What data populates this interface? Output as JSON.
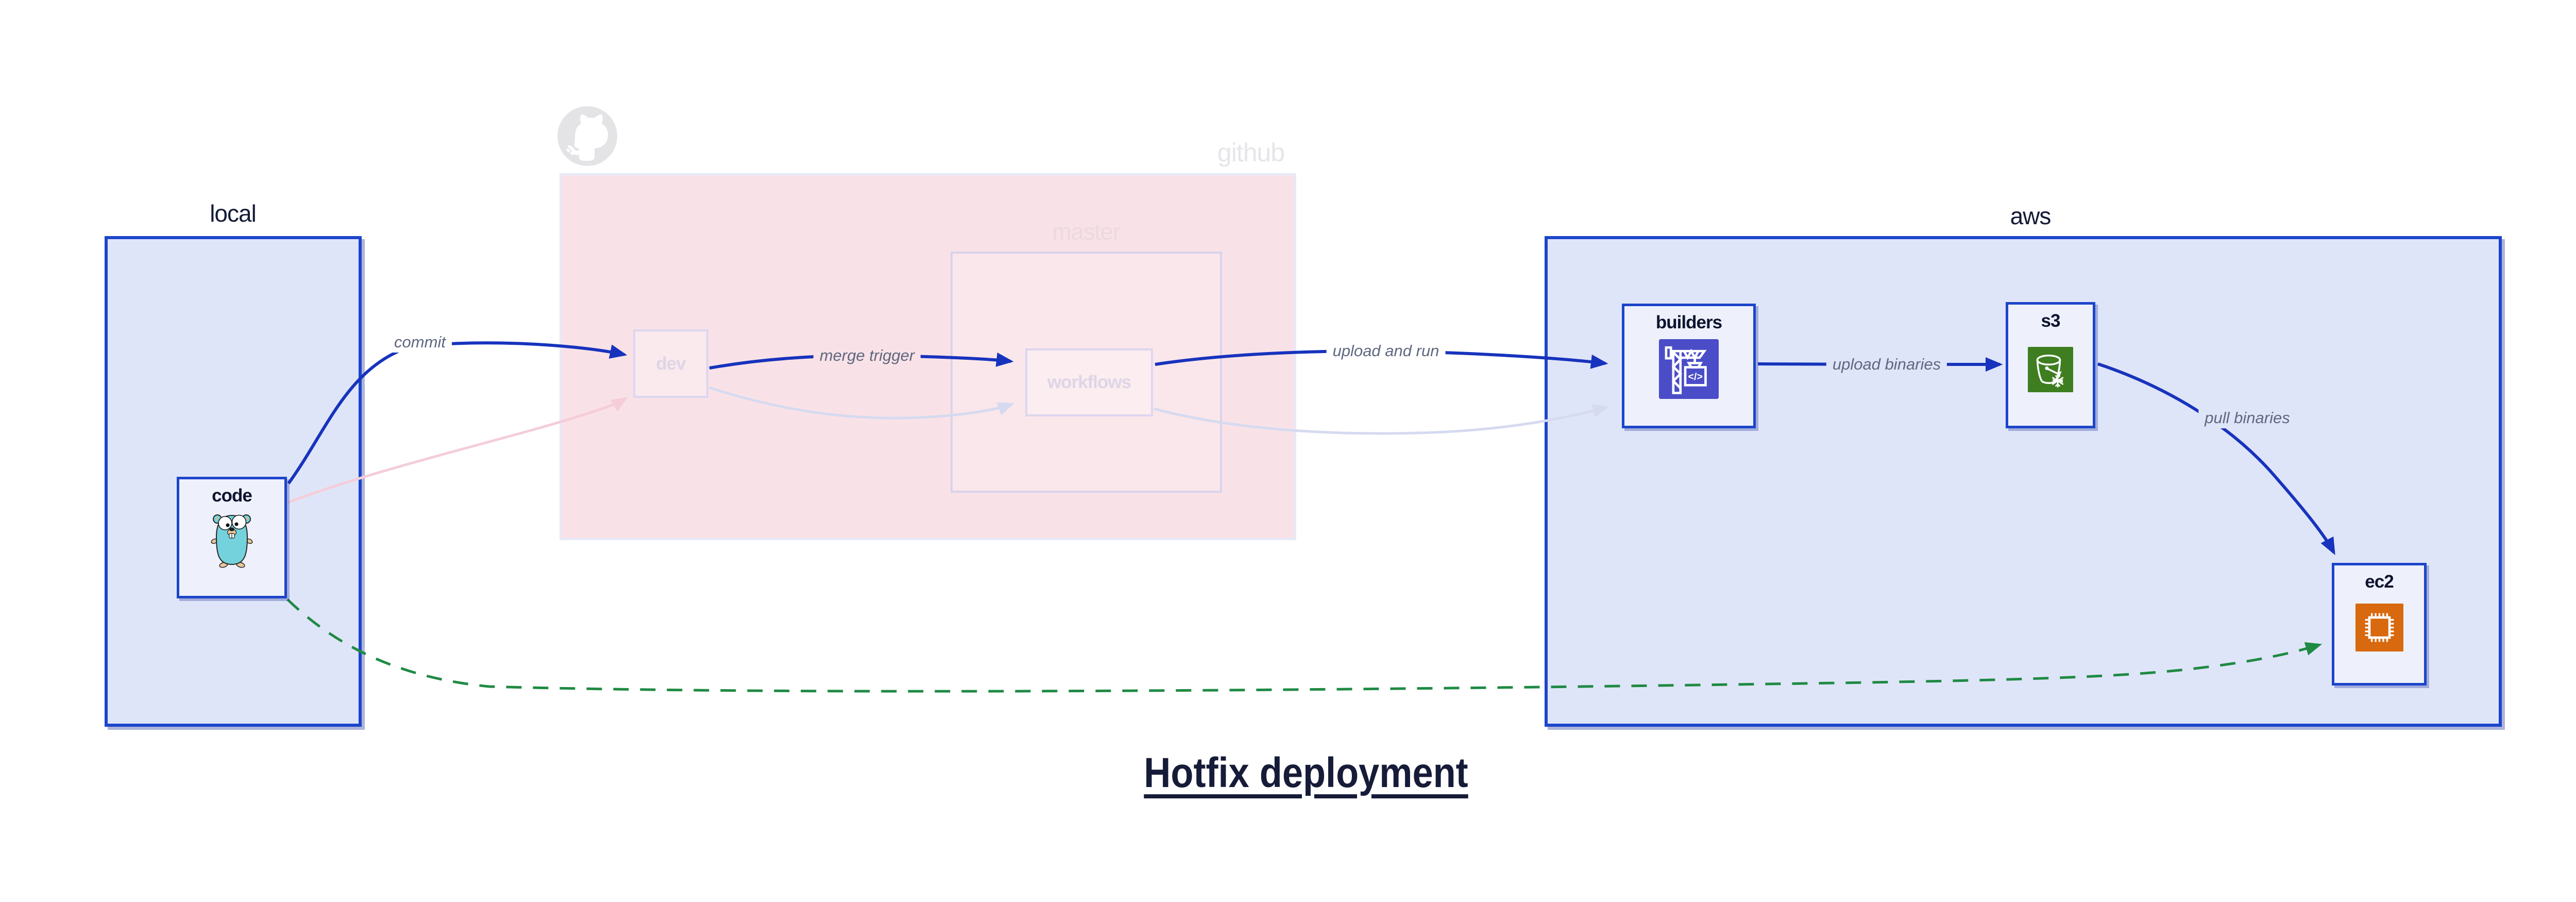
{
  "title": "Hotfix deployment",
  "containers": {
    "local": {
      "label": "local"
    },
    "github": {
      "label": "github"
    },
    "master": {
      "label": "master"
    },
    "aws": {
      "label": "aws"
    }
  },
  "nodes": {
    "code": {
      "label": "code",
      "icon": "go-gopher-icon"
    },
    "dev": {
      "label": "dev",
      "state": "ghost"
    },
    "workflows": {
      "label": "workflows",
      "state": "ghost"
    },
    "builders": {
      "label": "builders",
      "icon": "codebuild-crane-icon"
    },
    "s3": {
      "label": "s3",
      "icon": "s3-bucket-icon"
    },
    "ec2": {
      "label": "ec2",
      "icon": "ec2-chip-icon"
    }
  },
  "edge_labels": {
    "commit": "commit",
    "merge_trigger": "merge trigger",
    "upload_and_run": "upload and run",
    "upload_binaries": "upload binaries",
    "pull_binaries": "pull binaries"
  },
  "edges": [
    {
      "from": "code",
      "to": "dev",
      "label": "commit",
      "style": "solid-blue"
    },
    {
      "from": "dev",
      "to": "workflows",
      "label": "merge trigger",
      "style": "solid-blue"
    },
    {
      "from": "workflows",
      "to": "builders",
      "label": "upload and run",
      "style": "solid-blue"
    },
    {
      "from": "builders",
      "to": "s3",
      "label": "upload binaries",
      "style": "solid-blue"
    },
    {
      "from": "s3",
      "to": "ec2",
      "label": "pull binaries",
      "style": "solid-blue"
    },
    {
      "from": "code",
      "to": "ec2",
      "label": "",
      "style": "dashed-green-hotfix"
    },
    {
      "from": "code",
      "to": "dev",
      "label": "",
      "style": "ghost-pink"
    },
    {
      "from": "dev",
      "to": "workflows",
      "label": "",
      "style": "ghost-lavender"
    },
    {
      "from": "workflows",
      "to": "builders",
      "label": "",
      "style": "ghost-lavender"
    }
  ],
  "colors": {
    "edge_blue": "#1733bd",
    "edge_green": "#1f8a44",
    "edge_ghost_pink": "#f4cdd9",
    "edge_ghost_lavender": "#d6daf0",
    "container_border_blue": "#1c45ca",
    "container_fill_blue": "#dfe5f8",
    "github_fill_pink": "#f9e2e7",
    "node_fill": "#eef1fc",
    "ghost_border": "#ddd6ee",
    "label_gray": "#5f6880",
    "text_dark": "#141a36",
    "codebuild_indigo": "#4a4cc8",
    "s3_green": "#3e7e20",
    "ec2_orange": "#d8690f",
    "gopher_teal": "#74d2dd",
    "octocat_gray": "#e4e4e6"
  }
}
